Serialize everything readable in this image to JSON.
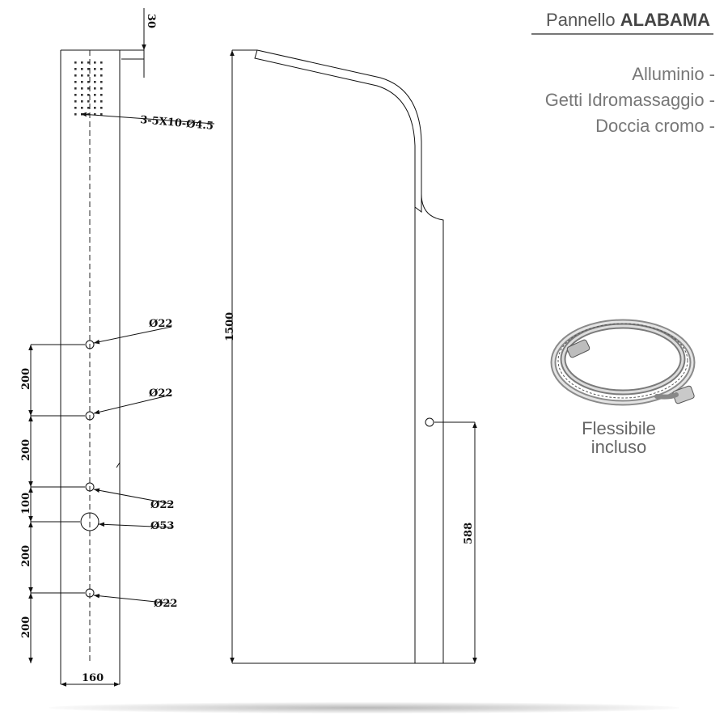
{
  "header": {
    "title_prefix": "Pannello",
    "title_model": "ALABAMA"
  },
  "features": [
    "Alluminio -",
    "Getti Idromassaggio -",
    "Doccia cromo -"
  ],
  "accessory": {
    "caption_line1": "Flessibile",
    "caption_line2": "incluso",
    "icon": "shower-hose-icon"
  },
  "front_view": {
    "top_offset": "30",
    "nozzle_spec": "3-5X10-Ø4.5",
    "width": "160",
    "outlets": [
      "Ø22",
      "Ø22",
      "Ø22",
      "Ø53",
      "Ø22"
    ],
    "spacings": [
      "200",
      "200",
      "100",
      "200",
      "200"
    ]
  },
  "side_view": {
    "height": "1500",
    "connection_height": "588"
  }
}
